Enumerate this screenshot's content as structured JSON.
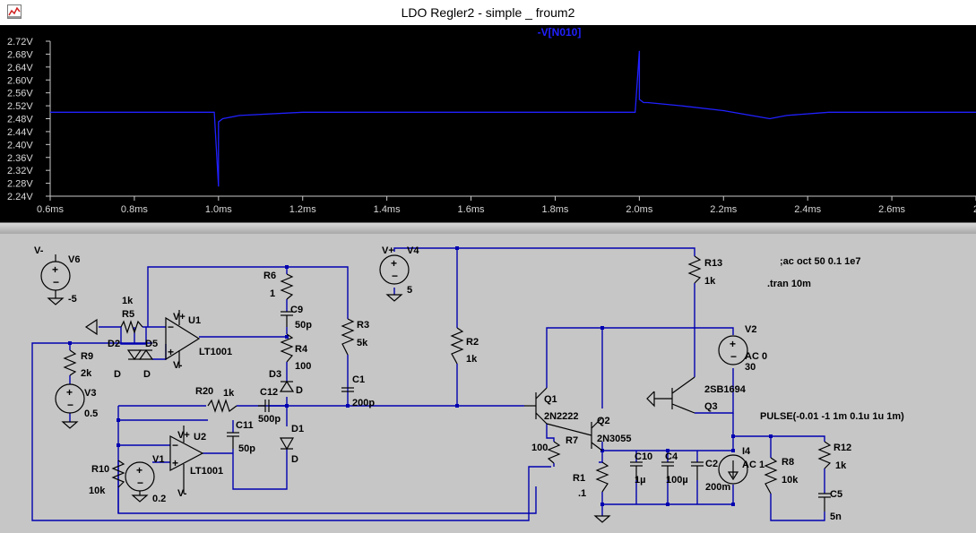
{
  "window": {
    "title": "LDO Regler2 - simple _ froum2",
    "icon": "waveform-app-icon"
  },
  "plot": {
    "trace_label": "-V[N010]",
    "trace_color": "#2020ff",
    "background": "#000000",
    "y_ticks": [
      "2.72V",
      "2.68V",
      "2.64V",
      "2.60V",
      "2.56V",
      "2.52V",
      "2.48V",
      "2.44V",
      "2.40V",
      "2.36V",
      "2.32V",
      "2.28V",
      "2.24V"
    ],
    "x_ticks": [
      "0.6ms",
      "0.8ms",
      "1.0ms",
      "1.2ms",
      "1.4ms",
      "1.6ms",
      "1.8ms",
      "2.0ms",
      "2.2ms",
      "2.4ms",
      "2.6ms",
      "2"
    ]
  },
  "chart_data": {
    "type": "line",
    "title": "-V[N010]",
    "xlabel": "",
    "ylabel": "",
    "xlim": [
      0.6,
      2.8
    ],
    "ylim": [
      2.24,
      2.72
    ],
    "x_unit": "ms",
    "y_unit": "V",
    "series": [
      {
        "name": "-V[N010]",
        "color": "#2020ff",
        "x": [
          0.6,
          0.99,
          1.0,
          1.0,
          1.01,
          1.05,
          1.2,
          1.5,
          1.99,
          2.0,
          2.0,
          2.01,
          2.02,
          2.1,
          2.2,
          2.31,
          2.35,
          2.45,
          2.6,
          2.8
        ],
        "y": [
          2.5,
          2.5,
          2.27,
          2.47,
          2.48,
          2.49,
          2.5,
          2.5,
          2.5,
          2.69,
          2.54,
          2.53,
          2.53,
          2.52,
          2.505,
          2.48,
          2.49,
          2.5,
          2.5,
          2.5
        ]
      }
    ]
  },
  "schematic": {
    "directives": {
      "ac": ";ac oct 50 0.1 1e7",
      "tran": ".tran 10m",
      "pulse": "PULSE(-0.01 -1 1m 0.1u 1u 1m)"
    },
    "components": {
      "V6": {
        "name": "V6",
        "value": "-5",
        "pin": "V-"
      },
      "V4": {
        "name": "V4",
        "value": "5",
        "pin": "V+"
      },
      "V3": {
        "name": "V3",
        "value": "0.5"
      },
      "V1": {
        "name": "V1",
        "value": "0.2"
      },
      "V2": {
        "name": "V2",
        "value": "AC 0",
        "value2": "30"
      },
      "I4": {
        "name": "I4",
        "value": "AC 1"
      },
      "R5": {
        "name": "R5",
        "value": "1k"
      },
      "R6": {
        "name": "R6",
        "value": "1"
      },
      "R3": {
        "name": "R3",
        "value": "5k"
      },
      "R4": {
        "name": "R4",
        "value": "100"
      },
      "R9": {
        "name": "R9",
        "value": "2k"
      },
      "R20": {
        "name": "R20",
        "value": "1k"
      },
      "R10": {
        "name": "R10",
        "value": "10k"
      },
      "R2": {
        "name": "R2",
        "value": "1k"
      },
      "R13": {
        "name": "R13",
        "value": "1k"
      },
      "R7": {
        "name": "R7",
        "value": "100"
      },
      "R1": {
        "name": "R1",
        "value": ".1"
      },
      "R8": {
        "name": "R8",
        "value": "10k"
      },
      "R12": {
        "name": "R12",
        "value": "1k"
      },
      "C9": {
        "name": "C9",
        "value": "50p"
      },
      "C1": {
        "name": "C1",
        "value": "200p"
      },
      "C12": {
        "name": "C12",
        "value": "500p"
      },
      "C11": {
        "name": "C11",
        "value": "50p"
      },
      "C10": {
        "name": "C10",
        "value": "1µ"
      },
      "C4": {
        "name": "C4",
        "value": "100µ"
      },
      "C2": {
        "name": "C2",
        "value": "200m"
      },
      "C5": {
        "name": "C5",
        "value": "5n"
      },
      "U1": {
        "name": "U1",
        "value": "LT1001",
        "vplus": "V+",
        "vminus": "V-"
      },
      "U2": {
        "name": "U2",
        "value": "LT1001",
        "vplus": "V+",
        "vminus": "V-"
      },
      "Q1": {
        "name": "Q1",
        "value": "2N2222"
      },
      "Q2": {
        "name": "Q2",
        "value": "2N3055"
      },
      "Q3": {
        "name": "Q3",
        "value": "2SB1694"
      },
      "D1": {
        "name": "D1",
        "value": "D"
      },
      "D2": {
        "name": "D2",
        "value": "D"
      },
      "D3": {
        "name": "D3",
        "value": "D"
      },
      "D5": {
        "name": "D5",
        "value": "D"
      }
    }
  }
}
